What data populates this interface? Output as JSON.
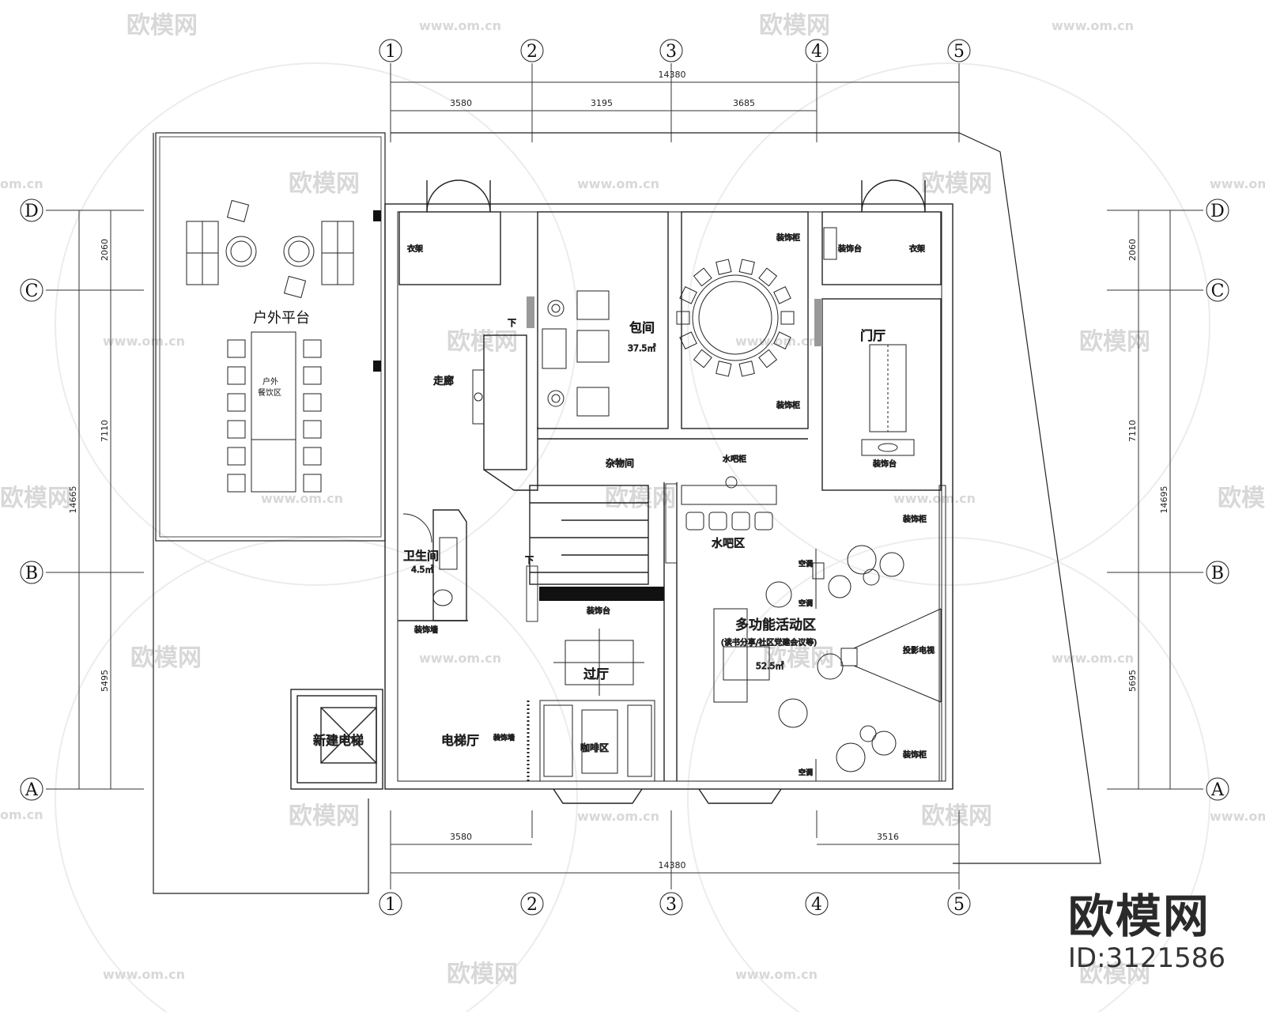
{
  "watermark": {
    "brand": "欧模网",
    "url": "www.om.cn",
    "url_short": "om.cn"
  },
  "grid": {
    "columns": [
      "1",
      "2",
      "3",
      "4",
      "5"
    ],
    "rows": [
      "D",
      "C",
      "B",
      "A"
    ]
  },
  "dimensions": {
    "top_total": "14380",
    "top_segments": [
      "3580",
      "3195",
      "3685"
    ],
    "bottom_total": "14380",
    "bottom_left": "3580",
    "bottom_right": "3516",
    "left_total": "14665",
    "left_upper": "2060",
    "left_middle": "7110",
    "left_lower": "5495",
    "right_total": "14695",
    "right_upper": "2060",
    "right_middle": "7110",
    "right_lower": "5695"
  },
  "rooms": {
    "outdoor_terrace": "户外平台",
    "outdoor_dining": "户外",
    "outdoor_dining_2": "餐饮区",
    "private_room": "包间",
    "private_room_area": "37.5㎡",
    "corridor": "走廊",
    "entrance_hall": "门厅",
    "storage": "杂物间",
    "water_bar_cabinet": "水吧柜",
    "water_bar": "水吧区",
    "bathroom": "卫生间",
    "bathroom_area": "4.5㎡",
    "multi_function": "多功能活动区",
    "multi_function_sub": "(读书分享/社区党建会议等)",
    "multi_function_area": "52.5㎡",
    "transit_hall": "过厅",
    "elevator_hall": "电梯厅",
    "coffee_area": "咖啡区",
    "new_elevator": "新建电梯",
    "deco_cabinet": "装饰柜",
    "deco_table": "装饰台",
    "deco_wall": "装饰墙",
    "coat_rack": "衣架",
    "wall_ac": "空调",
    "projector_tv": "投影电视",
    "down": "下"
  },
  "logo": {
    "name": "欧模网",
    "id": "ID:3121586"
  }
}
